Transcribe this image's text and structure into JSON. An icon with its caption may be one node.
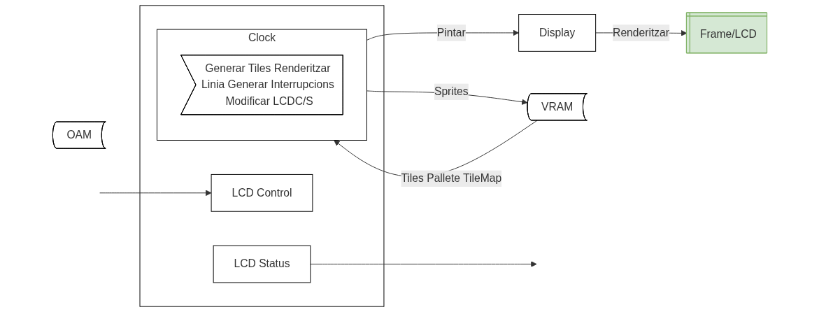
{
  "diagram": {
    "nodes": [
      {
        "text": [],
        "shape": "box"
      },
      {
        "text": [
          "LCD Control"
        ],
        "in": 0
      },
      {
        "text": [
          "LCD Status"
        ],
        "in": 0
      },
      {
        "text": [
          "Clock"
        ],
        "in": 0
      },
      {
        "text": [
          "Generar Tiles Renderitzar Linia Generar Interrupcions Modificar LCDC/S"
        ],
        "in": 3
      },
      {
        "text": [
          "Display"
        ]
      },
      {
        "text": [
          "Frame/LCD"
        ]
      },
      {
        "text": [
          "VRAM"
        ]
      },
      {
        "text": [
          "OAM"
        ]
      }
    ],
    "edges": [
      {
        "from": null,
        "to": 1,
        "arrow": "to"
      },
      {
        "from": 2,
        "to": null,
        "arrow": "to"
      },
      {
        "from": 3,
        "to": 5,
        "arrow": "to",
        "label": "Pintar"
      },
      {
        "from": 5,
        "to": 6,
        "arrow": "to",
        "label": "Renderitzar"
      },
      {
        "from": 7,
        "to": 3,
        "arrow": "to",
        "label": "Tiles Pallete TileMap"
      },
      {
        "from": 3,
        "to": 7,
        "arrow": "to",
        "label": "Sprites"
      }
    ]
  }
}
